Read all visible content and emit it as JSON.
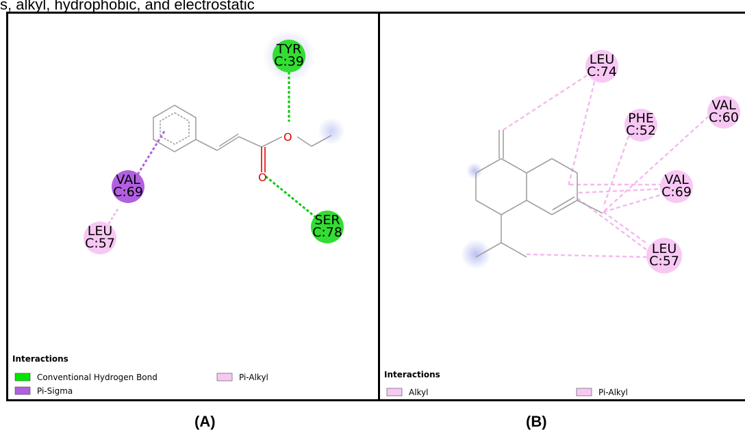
{
  "caption_fragment": "s, alkyl, hydrophobic, and electrostatic",
  "colors": {
    "conventional_hbond": "#00e600",
    "pi_sigma": "#b060e0",
    "pi_alkyl": "#f8c8f4",
    "alkyl": "#f8c8f4",
    "oxygen": "#e00000",
    "carbon_bond": "#a0a0a0"
  },
  "panel_a": {
    "label": "(A)",
    "residues": [
      {
        "name": "TYR",
        "chain": "C:39",
        "type": "conventional_hbond"
      },
      {
        "name": "VAL",
        "chain": "C:69",
        "type": "pi_sigma"
      },
      {
        "name": "LEU",
        "chain": "C:57",
        "type": "pi_alkyl"
      },
      {
        "name": "SER",
        "chain": "C:78",
        "type": "conventional_hbond"
      }
    ],
    "atoms": [
      {
        "symbol": "O"
      },
      {
        "symbol": "O"
      }
    ],
    "legend": {
      "title": "Interactions",
      "items": [
        {
          "label": "Conventional Hydrogen Bond",
          "type": "conventional_hbond"
        },
        {
          "label": "Pi-Sigma",
          "type": "pi_sigma"
        },
        {
          "label": "Pi-Alkyl",
          "type": "pi_alkyl"
        }
      ]
    }
  },
  "panel_b": {
    "label": "(B)",
    "residues": [
      {
        "name": "LEU",
        "chain": "C:74",
        "type": "alkyl"
      },
      {
        "name": "VAL",
        "chain": "C:60",
        "type": "alkyl"
      },
      {
        "name": "PHE",
        "chain": "C:52",
        "type": "pi_alkyl"
      },
      {
        "name": "VAL",
        "chain": "C:69",
        "type": "alkyl"
      },
      {
        "name": "LEU",
        "chain": "C:57",
        "type": "alkyl"
      }
    ],
    "legend": {
      "title": "Interactions",
      "items": [
        {
          "label": "Alkyl",
          "type": "alkyl"
        },
        {
          "label": "Pi-Alkyl",
          "type": "pi_alkyl"
        }
      ]
    }
  }
}
